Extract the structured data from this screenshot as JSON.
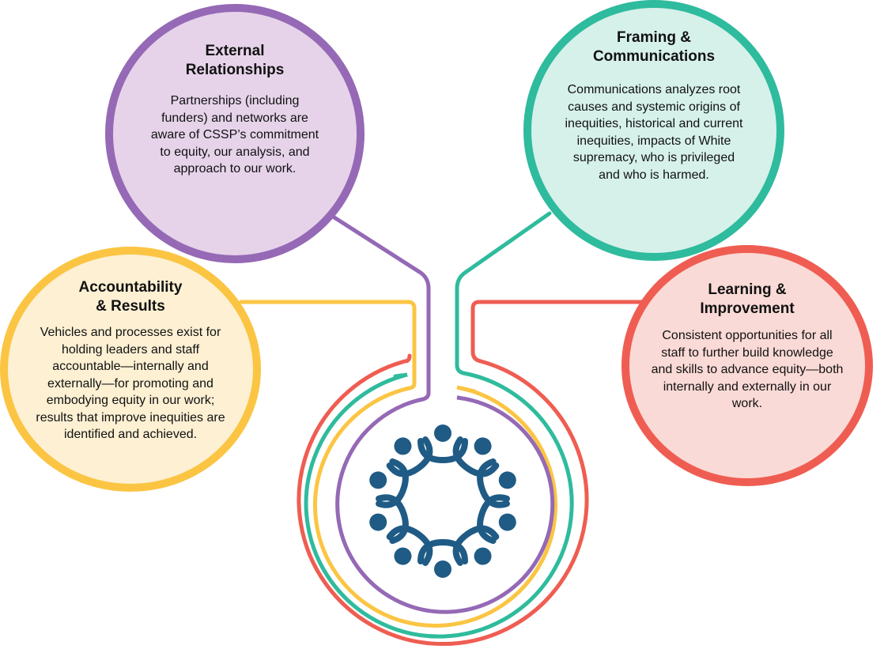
{
  "colors": {
    "purple": "#9569b5",
    "teal": "#2fbb9d",
    "yellow": "#fbc543",
    "red": "#ef5d52",
    "navy": "#1f5b85"
  },
  "center_icon": "people-circle-icon",
  "external": {
    "title_line1": "External",
    "title_line2": "Relationships",
    "body": "Partnerships (including funders) and networks are aware of CSSP’s commitment to equity, our analysis, and approach to our work."
  },
  "framing": {
    "title_line1": "Framing &",
    "title_line2": "Communications",
    "body": "Communications analyzes root causes and systemic origins of inequities, historical and current inequities, impacts of White supremacy, who is privileged and who is harmed."
  },
  "accountability": {
    "title_line1": "Accountability",
    "title_line2": "& Results",
    "body": "Vehicles and processes exist for holding leaders and staff accountable—internally and externally—for promoting and embodying equity in our work; results that improve inequities are identified and achieved."
  },
  "learning": {
    "title_line1": "Learning &",
    "title_line2": "Improvement",
    "body": "Consistent opportunities for all staff to further build knowledge and skills to advance equity—both internally and externally in our work."
  }
}
